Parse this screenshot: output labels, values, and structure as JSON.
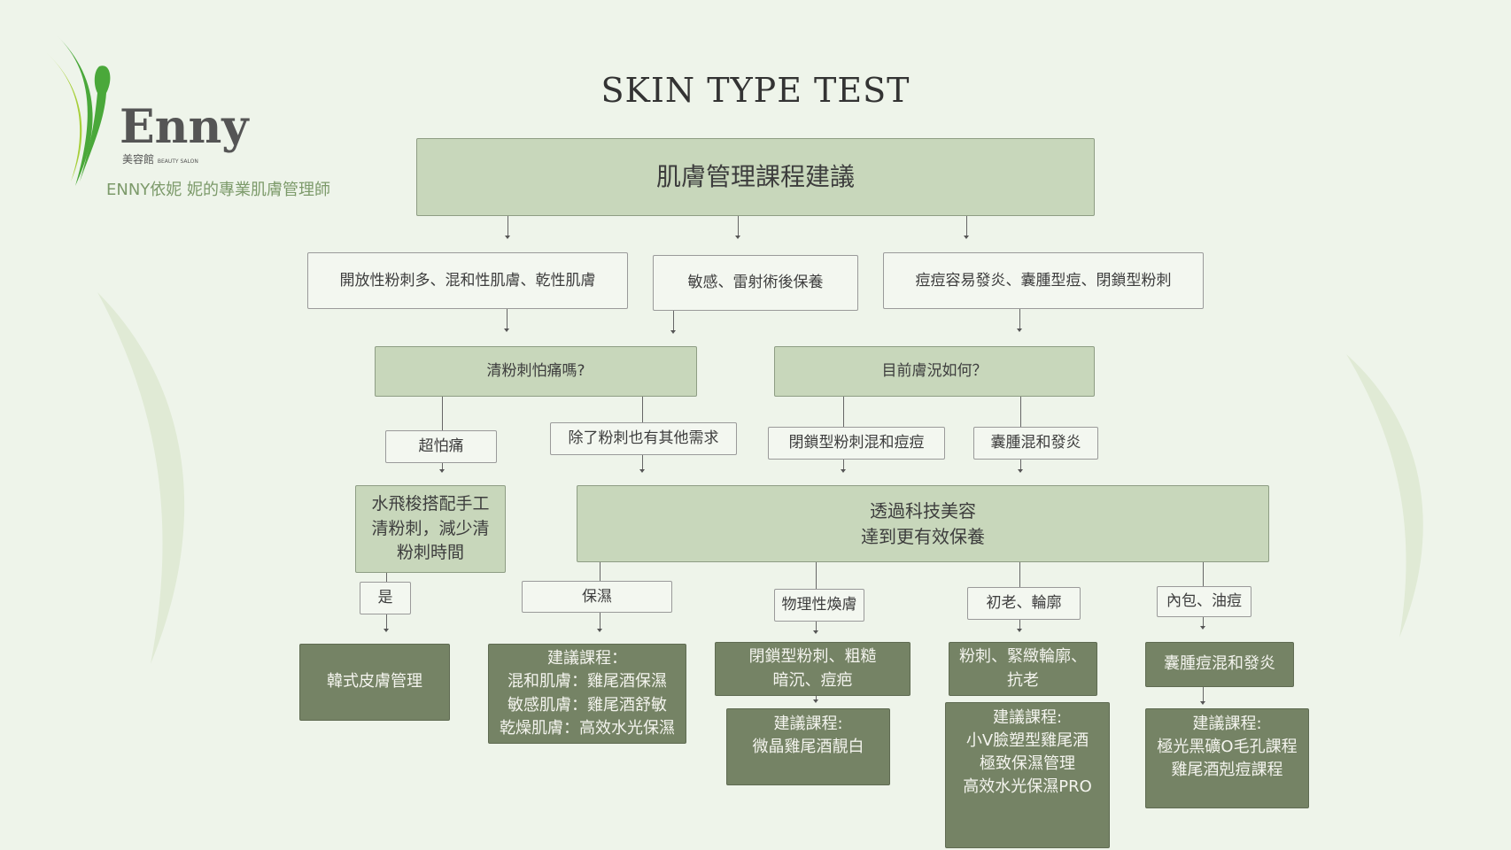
{
  "logo": {
    "brand": "Enny",
    "sub_cn": "美容館",
    "sub_en": "BEAUTY SALON"
  },
  "tagline": "ENNY依妮 妮的專業肌膚管理師",
  "title": "SKIN TYPE TEST",
  "root": "肌膚管理課程建議",
  "skin_types": [
    "開放性粉刺多、混和性肌膚、乾性肌膚",
    "敏感、雷射術後保養",
    "痘痘容易發炎、囊腫型痘、閉鎖型粉刺"
  ],
  "questions": [
    "清粉刺怕痛嗎?",
    "目前膚況如何？"
  ],
  "answers": [
    "超怕痛",
    "除了粉刺也有其他需求",
    "閉鎖型粉刺混和痘痘",
    "囊腫混和發炎"
  ],
  "hydra": "水飛梭搭配手工\n清粉刺，減少清\n粉刺時間",
  "tech": "透過科技美容\n達到更有效保養",
  "branches": [
    "是",
    "保濕",
    "物理性煥膚",
    "初老、輪廓",
    "內包、油痘"
  ],
  "results": [
    "韓式皮膚管理",
    "建議課程：\n混和肌膚：雞尾酒保濕\n敏感肌膚：雞尾酒舒敏\n乾燥肌膚：高效水光保濕",
    "閉鎖型粉刺、粗糙\n暗沉、痘疤",
    "粉刺、緊緻輪廓、\n抗老",
    "囊腫痘混和發炎"
  ],
  "courses": [
    "建議課程:\n微晶雞尾酒靚白",
    "建議課程:\n小V臉塑型雞尾酒\n極致保濕管理\n高效水光保濕PRO",
    "建議課程:\n極光黑礦O毛孔課程\n雞尾酒剋痘課程"
  ]
}
